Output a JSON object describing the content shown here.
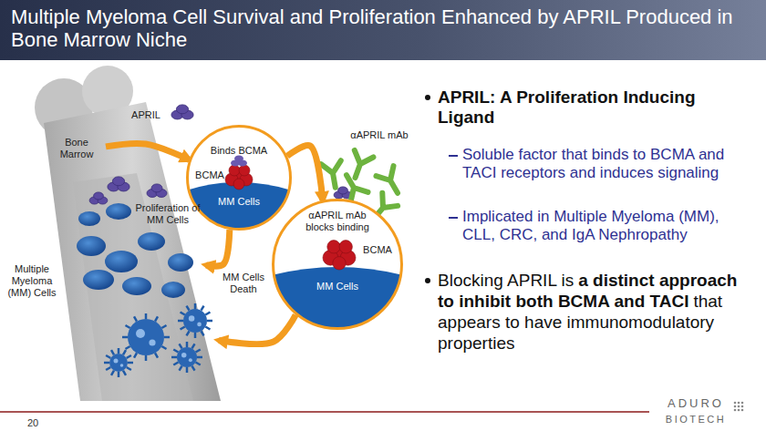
{
  "diagram": {
    "title": "Multiple Myeloma Cell Survival and Proliferation Enhanced by APRIL Produced in Bone Marrow Niche",
    "nodes": [
      {
        "text": [
          "Bone Marrow"
        ]
      },
      {
        "text": [
          "Binds BCMA",
          "BCMA",
          "MM Cells"
        ]
      },
      {
        "text": [
          "αAPRIL mAb blocks binding",
          "BCMA",
          "MM Cells"
        ]
      },
      {
        "text": [
          "Multiple Myeloma (MM) Cells"
        ]
      },
      {
        "text": [
          "MM Cells Death"
        ]
      }
    ],
    "edges": [
      {
        "from": 0,
        "to": 1,
        "arrow": "to",
        "label": "APRIL"
      },
      {
        "from": 1,
        "to": 2,
        "arrow": "to"
      },
      {
        "from": 1,
        "to": 3,
        "arrow": "to",
        "label": "Proliferation of MM Cells"
      },
      {
        "from": 2,
        "to": 4,
        "arrow": "to"
      }
    ],
    "labels": [
      "αAPRIL mAb",
      "APRIL: A Proliferation Inducing Ligand",
      "Soluble factor that binds to BCMA and TACI receptors and induces signaling",
      "Implicated in Multiple Myeloma (MM), CLL, CRC, and IgA Nephropathy",
      "Blocking APRIL is",
      "a distinct approach to inhibit both BCMA and TACI",
      "that appears to have immunomodulatory properties",
      "20",
      "ADURO",
      "BIOTECH"
    ]
  }
}
